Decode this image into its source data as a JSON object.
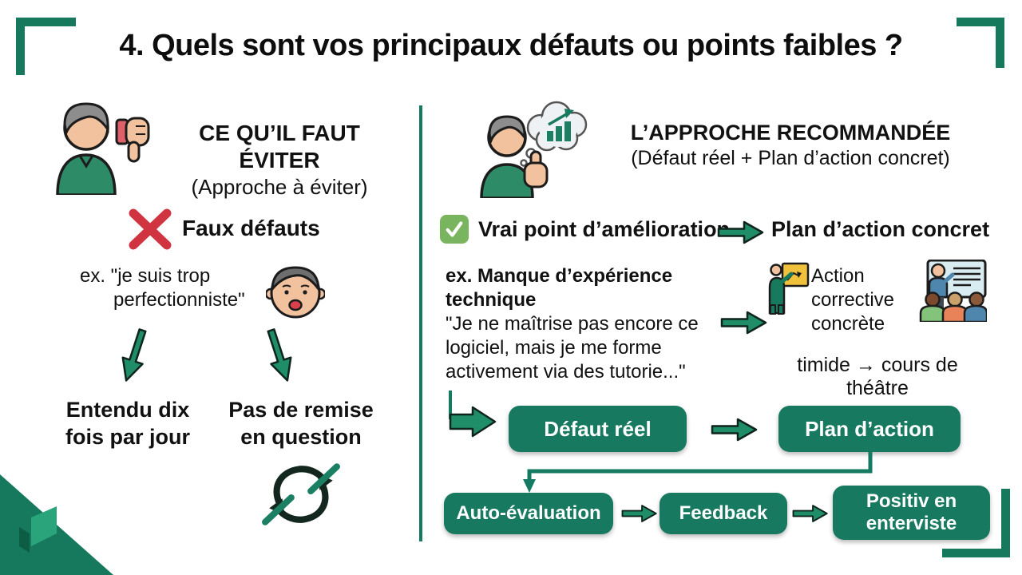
{
  "title": "4. Quels sont vos principaux défauts ou points faibles ?",
  "left": {
    "heading": "CE QU’IL FAUT ÉVITER",
    "subheading": "(Approche à éviter)",
    "bad_label": "Faux défauts",
    "example_line1": "ex.  \"je suis trop",
    "example_line2": "perfectionniste\"",
    "consequence1_line1": "Entendu dix",
    "consequence1_line2": "fois par jour",
    "consequence2_line1": "Pas de remise",
    "consequence2_line2": "en question"
  },
  "right": {
    "heading": "L’APPROCHE RECOMMANDÉE",
    "subheading": "(Défaut réel + Plan d’action concret)",
    "check_label": "Vrai point d’amélioration",
    "check_result": "Plan d’action concret",
    "example_bold_line1": "ex. Manque d’expérience",
    "example_bold_line2": "technique",
    "quote_line1": "\"Je ne maîtrise pas encore ce",
    "quote_line2": "logiciel, mais je me forme",
    "quote_line3": "activement via des tutorie...\"",
    "action_line1": "Action",
    "action_line2": "corrective",
    "action_line3": "concrète",
    "transform_example": "timide → cours de théâtre",
    "flow1": [
      "Défaut réel",
      "Plan d’action"
    ],
    "flow2": [
      "Auto-évaluation",
      "Feedback",
      "Positiv en enterviste"
    ]
  },
  "icons": {
    "left_persona": "person-thumbs-down-icon",
    "reject": "x-icon",
    "speaking_face": "talking-face-icon",
    "repeat_crossed": "no-repeat-cycle-icon",
    "right_persona": "person-thinking-thumbs-up-icon",
    "approve": "checkbox-check-icon",
    "flow_arrow": "right-arrow-icon",
    "trainer": "presenter-board-icon",
    "classroom": "classroom-training-icon",
    "brand": "book-logo-icon"
  },
  "colors": {
    "accent_dark": "#16795e",
    "arrow_green": "#1f8d67",
    "check_green": "#79b55e",
    "cross_red": "#cf3440",
    "text": "#111111",
    "button_text": "#ffffff"
  }
}
